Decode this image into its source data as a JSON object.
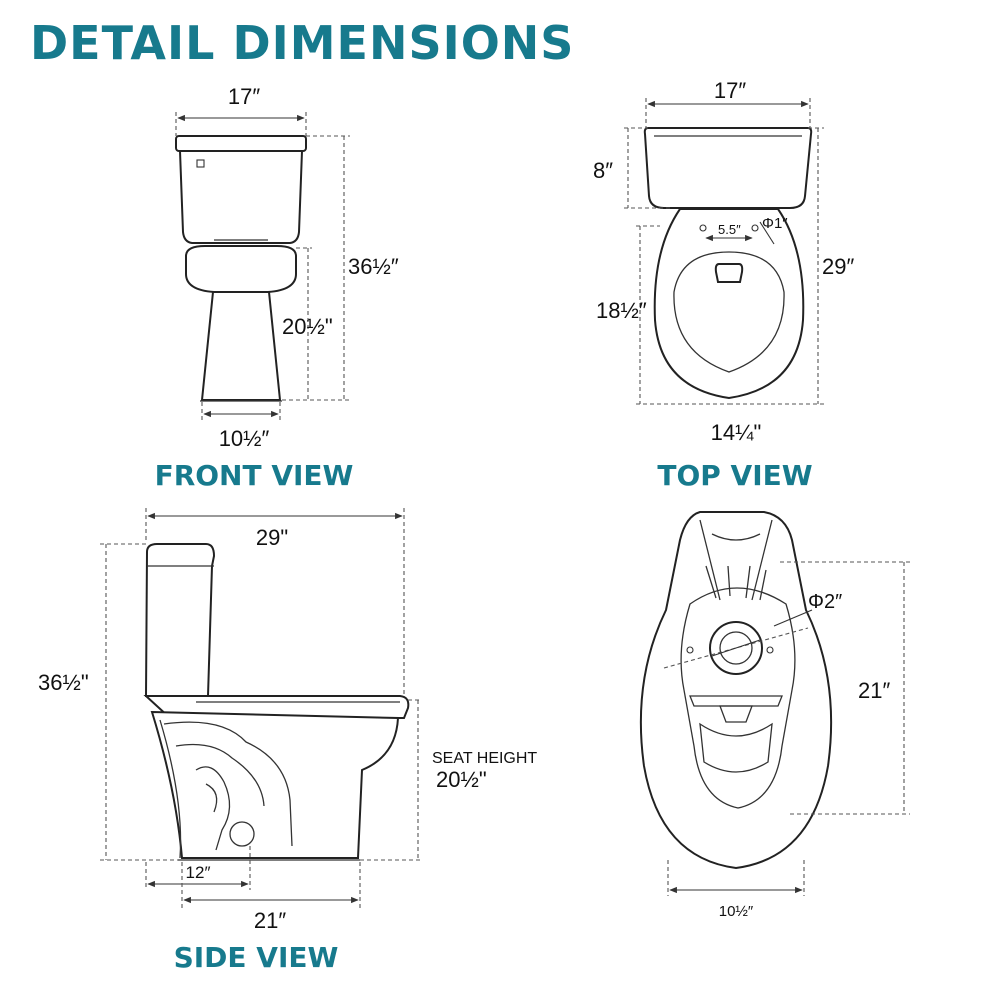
{
  "title": "DETAIL DIMENSIONS",
  "colors": {
    "accent": "#177a8d",
    "line": "#222222"
  },
  "views": {
    "front": {
      "label": "FRONT VIEW",
      "width": "17″",
      "height": "36½″",
      "seat_height": "20½\"",
      "base_width": "10½″"
    },
    "top": {
      "label": "TOP VIEW",
      "width": "17″",
      "tank_depth": "8″",
      "length": "29″",
      "bowl_length": "18½″",
      "bowl_width": "14¼\"",
      "hole_spacing": "5.5″",
      "hole_diameter": "Φ1″"
    },
    "side": {
      "label": "SIDE VIEW",
      "length": "29\"",
      "height": "36½\"",
      "seat_height_label": "SEAT HEIGHT",
      "seat_height": "20½\"",
      "rough_in": "12″",
      "base_length": "21″"
    },
    "bottom": {
      "outlet_diameter": "Φ2″",
      "length": "21″",
      "base_width": "10½″"
    }
  }
}
